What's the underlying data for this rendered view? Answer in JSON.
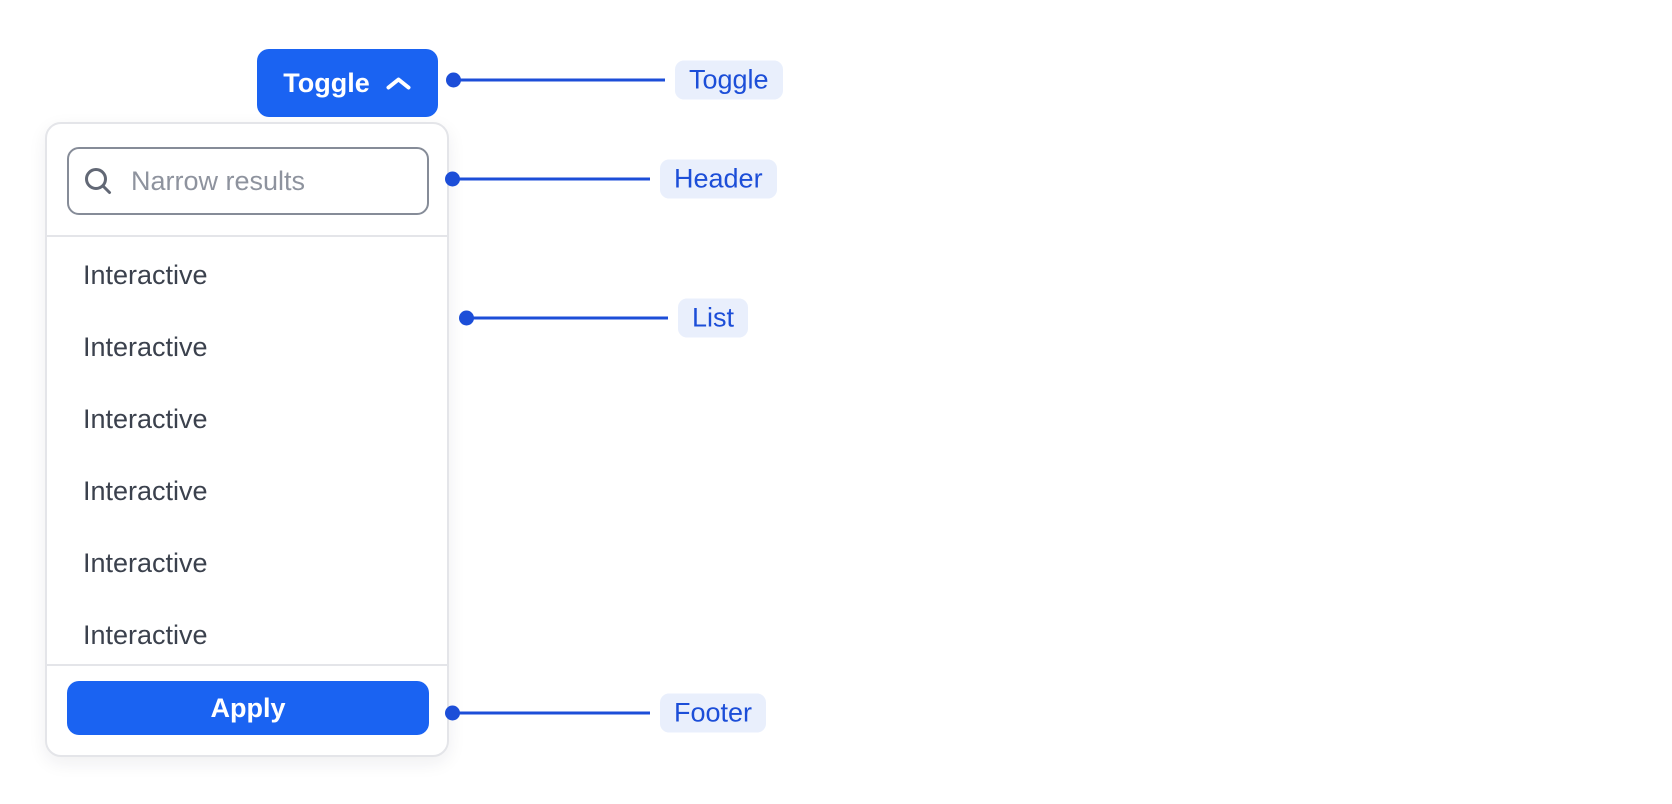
{
  "toggle_button": {
    "label": "Toggle",
    "icon": "chevron-up-icon"
  },
  "dropdown": {
    "header": {
      "search_placeholder": "Narrow results",
      "icon": "search-icon"
    },
    "list_items": [
      "Interactive",
      "Interactive",
      "Interactive",
      "Interactive",
      "Interactive",
      "Interactive"
    ],
    "footer": {
      "apply_label": "Apply"
    }
  },
  "callouts": [
    {
      "id": "toggle",
      "label": "Toggle"
    },
    {
      "id": "header",
      "label": "Header"
    },
    {
      "id": "list",
      "label": "List"
    },
    {
      "id": "footer",
      "label": "Footer"
    }
  ],
  "colors": {
    "primary": "#1a63f2",
    "annotation": "#1c4ed8",
    "badge_bg": "#e9effc",
    "panel_border": "#e4e5e9",
    "input_border": "#868c98",
    "list_text": "#3b414d",
    "placeholder_text": "#8e939e"
  }
}
